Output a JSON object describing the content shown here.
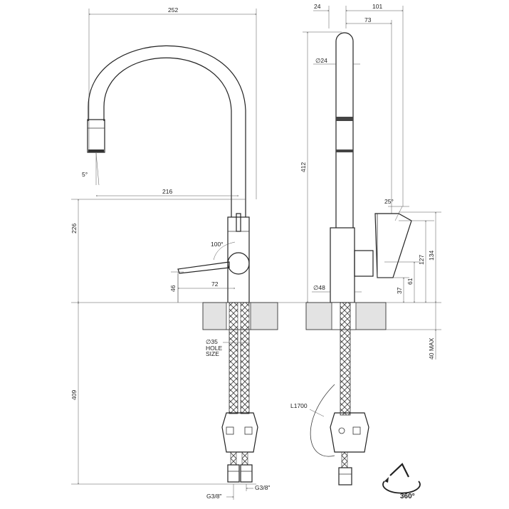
{
  "dimensions": {
    "front": {
      "width_total": "252",
      "reach": "216",
      "spout_angle": "5°",
      "height_above_counter": "226",
      "lever_angle": "100°",
      "lever_reach": "72",
      "lever_height": "46",
      "below_counter": "409",
      "hole_diameter": "∅35",
      "hole_label_1": "HOLE",
      "hole_label_2": "SIZE",
      "conn_left": "G3/8\"",
      "conn_right": "G3/8\""
    },
    "side": {
      "offset_top": "24",
      "depth_total": "101",
      "depth_spout": "73",
      "spout_diameter": "∅24",
      "height_total": "412",
      "lever_tilt": "25°",
      "body_diameter": "∅48",
      "h_37": "37",
      "h_61": "61",
      "h_127": "127",
      "h_134": "134",
      "counter_max": "40 MAX",
      "hose_length": "L1700",
      "rotation": "360°"
    }
  }
}
